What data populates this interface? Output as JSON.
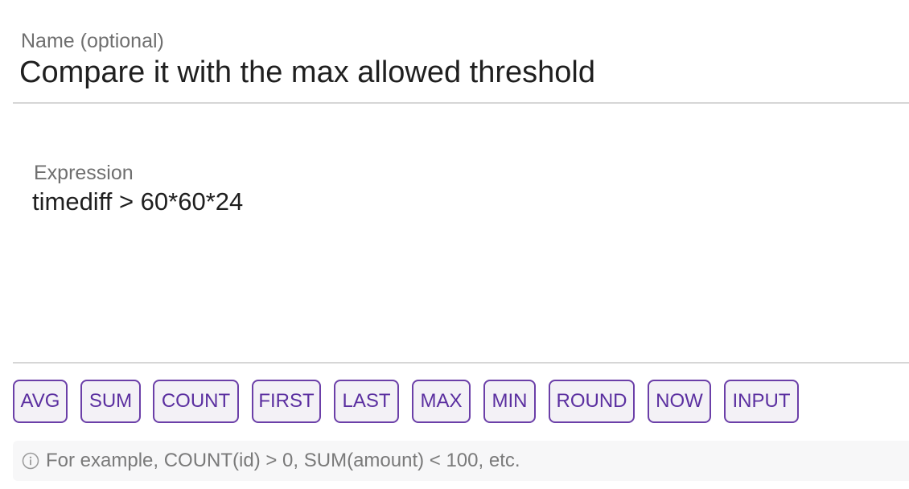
{
  "name_field": {
    "label": "Name (optional)",
    "value": "Compare it with the max allowed threshold"
  },
  "expression_field": {
    "label": "Expression",
    "value": "timediff > 60*60*24"
  },
  "functions": [
    {
      "label": "AVG"
    },
    {
      "label": "SUM"
    },
    {
      "label": "COUNT"
    },
    {
      "label": "FIRST"
    },
    {
      "label": "LAST"
    },
    {
      "label": "MAX"
    },
    {
      "label": "MIN"
    },
    {
      "label": "ROUND"
    },
    {
      "label": "NOW"
    },
    {
      "label": "INPUT"
    }
  ],
  "hint": {
    "icon": "info-icon",
    "text": "For example, COUNT(id) > 0, SUM(amount) < 100, etc."
  },
  "colors": {
    "accent": "#6b3fa8",
    "button_text": "#5b2fa0",
    "button_bg": "#f3f1f6",
    "divider": "#d6d6d6",
    "label": "#6f6f6f",
    "hint_bg": "#f7f7f8"
  }
}
